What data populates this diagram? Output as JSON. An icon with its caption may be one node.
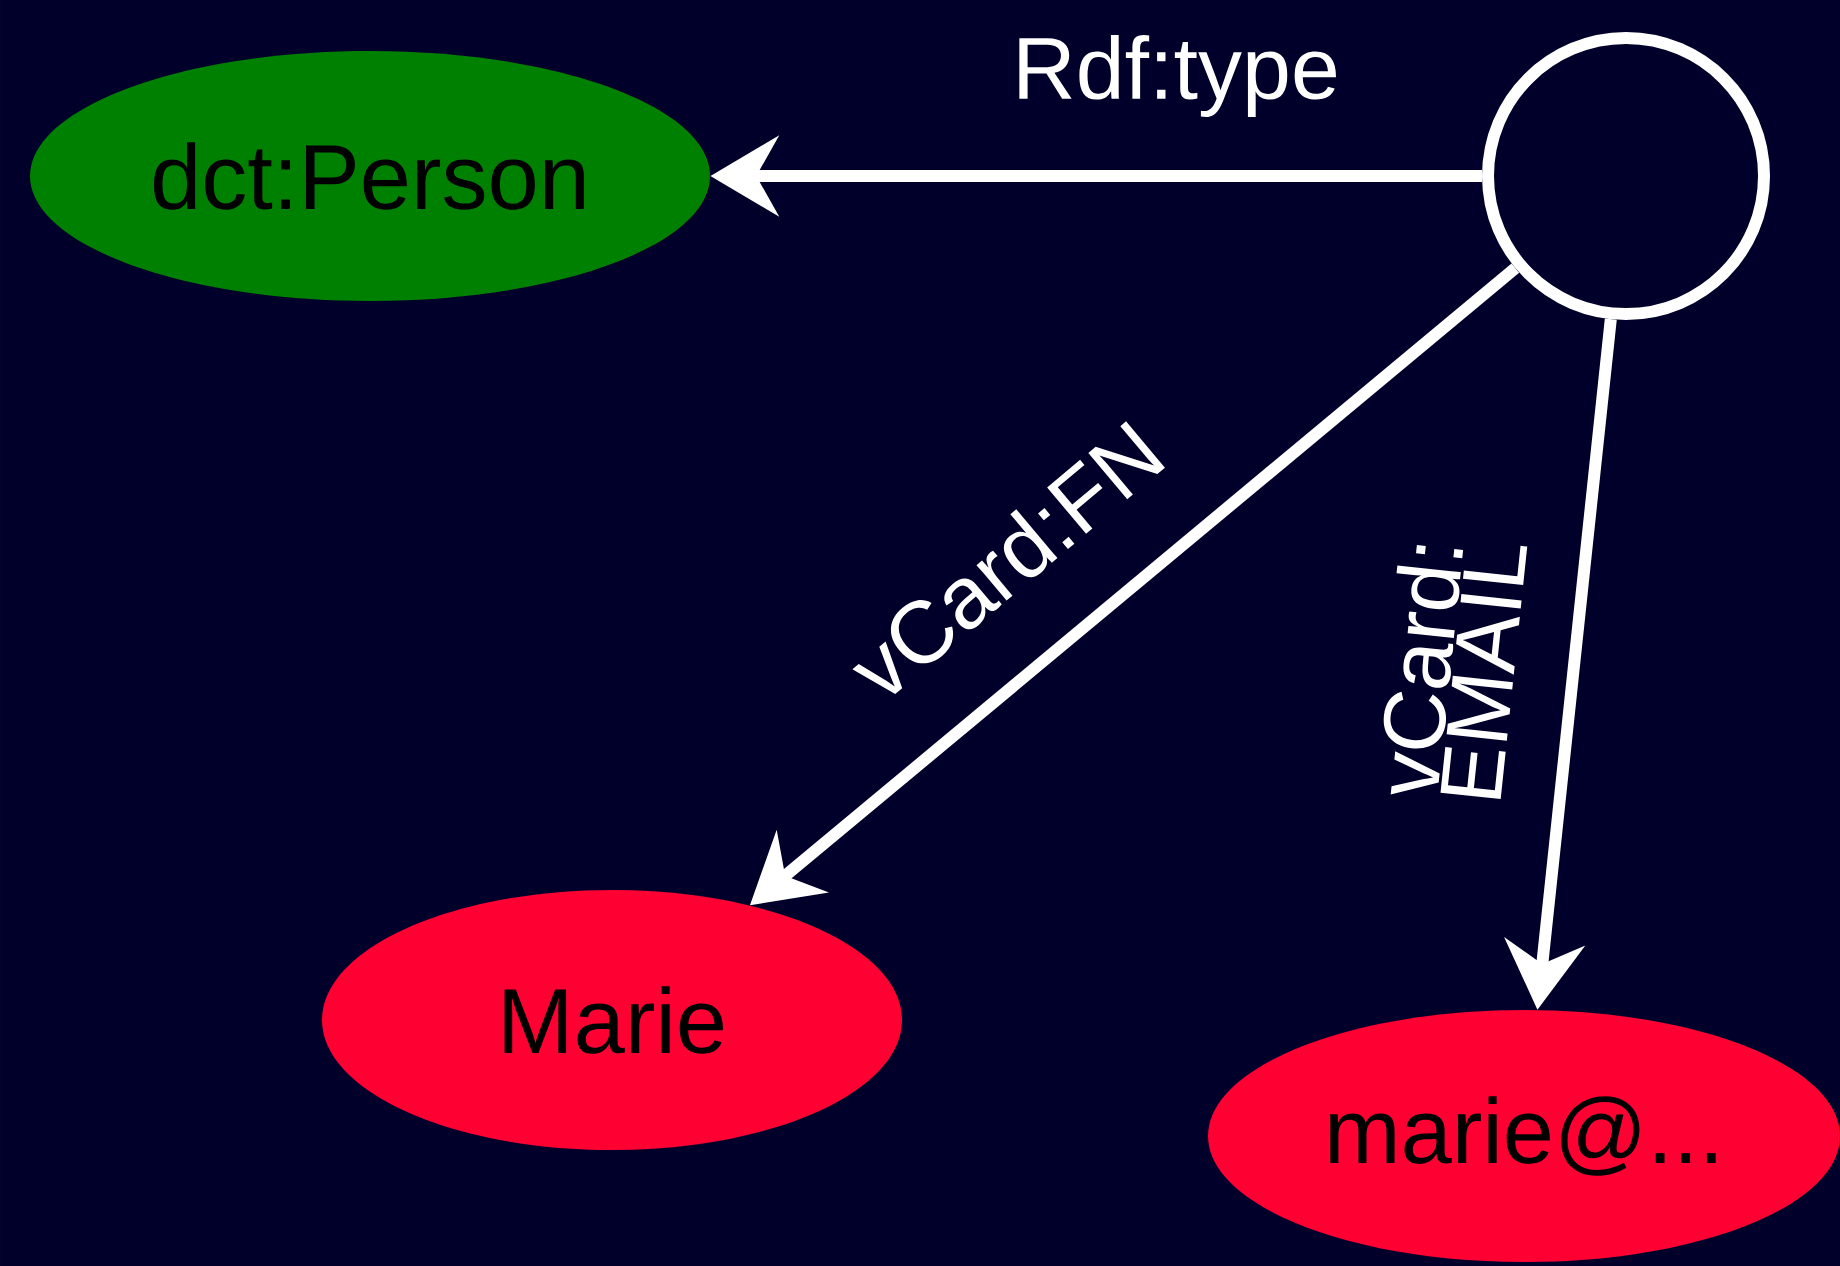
{
  "diagram": {
    "nodes": [
      {
        "text": [
          "dct:Person"
        ]
      },
      {
        "text": [],
        "shape": "circle"
      },
      {
        "text": [
          "Marie"
        ]
      },
      {
        "text": [
          "marie@..."
        ]
      }
    ],
    "edges": [
      {
        "from": 1,
        "to": 0,
        "arrow": "to",
        "label": "Rdf:type"
      },
      {
        "from": 1,
        "to": 2,
        "arrow": "to",
        "label": "vCard:FN"
      },
      {
        "from": 1,
        "to": 3,
        "arrow": "to",
        "label": "vCard: EMAIL"
      }
    ]
  }
}
